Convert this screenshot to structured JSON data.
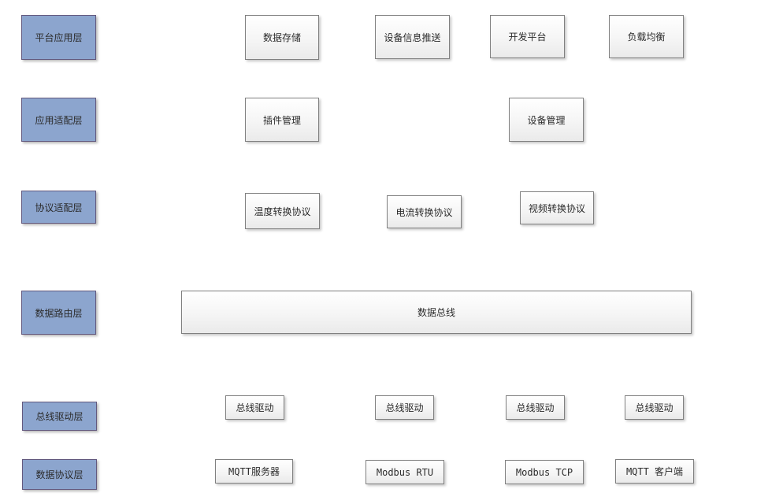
{
  "colors": {
    "background": "#ffffff",
    "layer_fill": "#8ca5ce",
    "layer_border": "#63597e",
    "node_border": "#808080",
    "node_fill_top": "#ffffff",
    "node_fill_bottom": "#eaeaea",
    "text": "#2b2b2b"
  },
  "layers": [
    {
      "label": "平台应用层",
      "nodes": [
        {
          "label": "数据存储"
        },
        {
          "label": "设备信息推送"
        },
        {
          "label": "开发平台"
        },
        {
          "label": "负载均衡"
        }
      ]
    },
    {
      "label": "应用适配层",
      "nodes": [
        {
          "label": "插件管理"
        },
        {
          "label": "设备管理"
        }
      ]
    },
    {
      "label": "协议适配层",
      "nodes": [
        {
          "label": "温度转换协议"
        },
        {
          "label": "电流转换协议"
        },
        {
          "label": "视频转换协议"
        }
      ]
    },
    {
      "label": "数据路由层",
      "nodes": [
        {
          "label": "数据总线"
        }
      ]
    },
    {
      "label": "总线驱动层",
      "nodes": [
        {
          "label": "总线驱动"
        },
        {
          "label": "总线驱动"
        },
        {
          "label": "总线驱动"
        },
        {
          "label": "总线驱动"
        }
      ]
    },
    {
      "label": "数据协议层",
      "nodes": [
        {
          "label": "MQTT服务器"
        },
        {
          "label": "Modbus RTU"
        },
        {
          "label": "Modbus TCP"
        },
        {
          "label": "MQTT 客户端"
        }
      ]
    }
  ]
}
